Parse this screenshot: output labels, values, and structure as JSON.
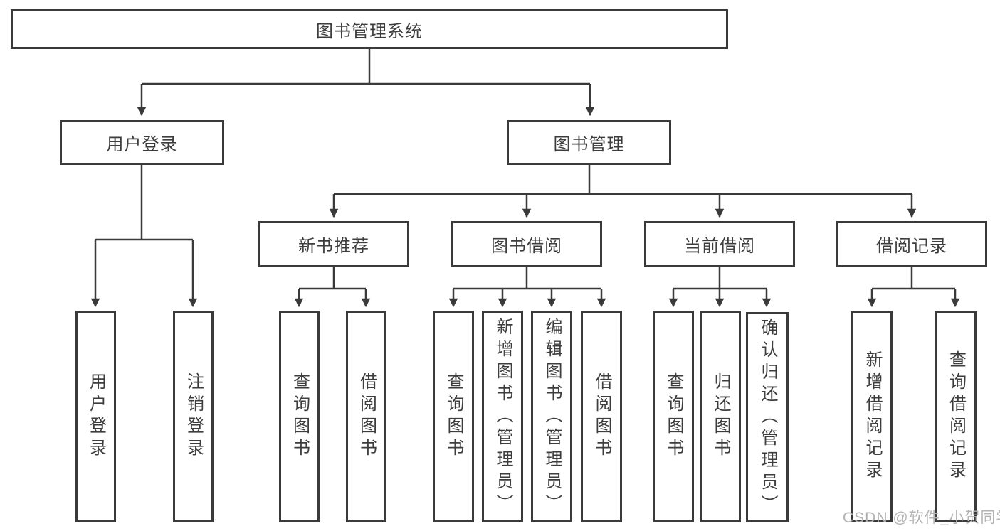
{
  "diagram_title": "图书管理系统",
  "colors": {
    "line": "#3a3a3a",
    "box_border": "#3a3a3a",
    "text": "#3d3d3d",
    "background": "#ffffff",
    "watermark": "#b2b2b2"
  },
  "tree": {
    "root": {
      "label": "图书管理系统"
    },
    "branches": [
      {
        "label": "用户登录",
        "children": [
          {
            "label": "用户登录"
          },
          {
            "label": "注销登录"
          }
        ]
      },
      {
        "label": "图书管理",
        "children": [
          {
            "label": "新书推荐",
            "children": [
              {
                "label": "查询图书"
              },
              {
                "label": "借阅图书"
              }
            ]
          },
          {
            "label": "图书借阅",
            "children": [
              {
                "label": "查询图书"
              },
              {
                "label": "新增图书（管理员）"
              },
              {
                "label": "编辑图书（管理员）"
              },
              {
                "label": "借阅图书"
              }
            ]
          },
          {
            "label": "当前借阅",
            "children": [
              {
                "label": "查询图书"
              },
              {
                "label": "归还图书"
              },
              {
                "label": "确认归还（管理员）"
              }
            ]
          },
          {
            "label": "借阅记录",
            "children": [
              {
                "label": "新增借阅记录"
              },
              {
                "label": "查询借阅记录"
              }
            ]
          }
        ]
      }
    ]
  },
  "watermark": {
    "text": "CSDN @软件_小贺同学"
  }
}
